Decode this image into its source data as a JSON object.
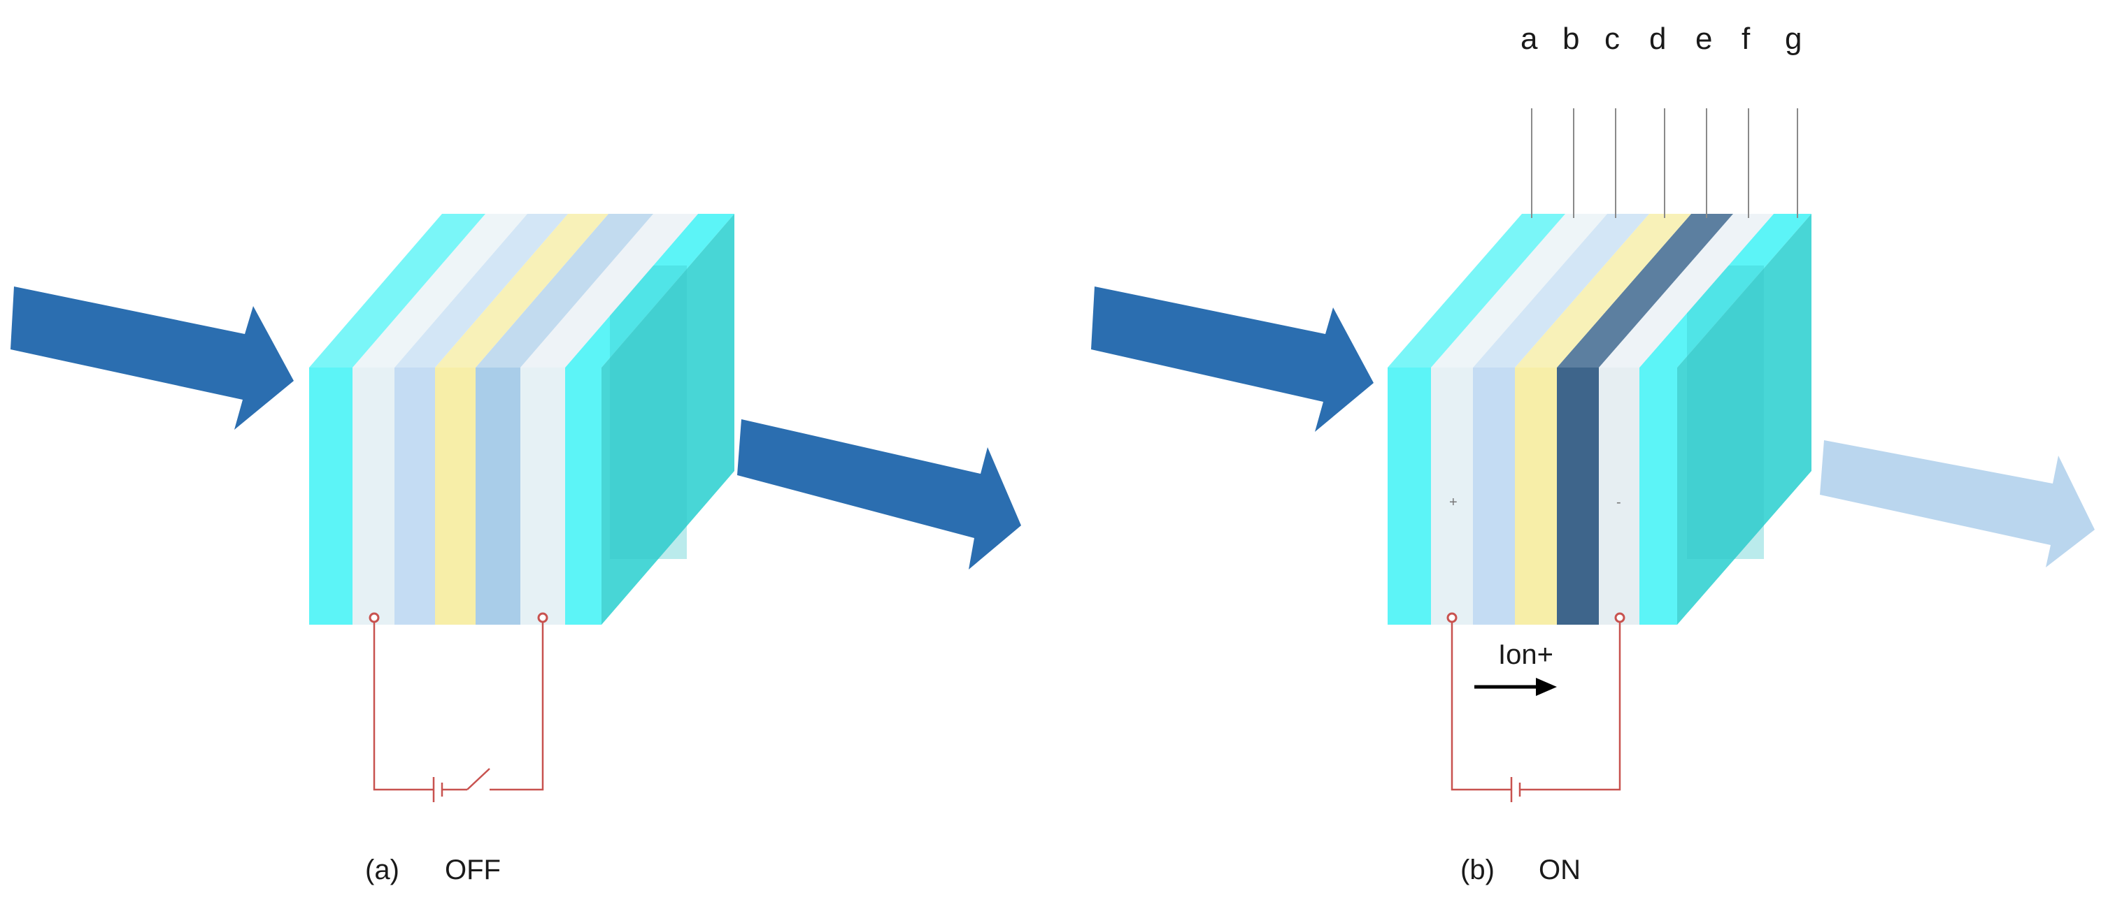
{
  "panels": [
    {
      "id": "a",
      "label": "(a)",
      "state": "OFF"
    },
    {
      "id": "b",
      "label": "(b)",
      "state": "ON"
    }
  ],
  "layer_letters": [
    "a",
    "b",
    "c",
    "d",
    "e",
    "f",
    "g"
  ],
  "ion_label": "Ion+",
  "polarity": {
    "positive": "+",
    "negative": "-"
  },
  "colors": {
    "glass": "#5cf4f7",
    "glass_back": "#48d6d6",
    "transparent_conductor": "#e6f1f5",
    "electrochromic_clear": "#c4dcf3",
    "electrolyte": "#f7eea8",
    "counter_electrode_clear": "#a9cde9",
    "electrochromic_colored": "#3e658b",
    "incoming_light": "#2b6eb0",
    "transmitted_light_on": "#bad6ee",
    "circuit_wire": "#c8524f"
  }
}
